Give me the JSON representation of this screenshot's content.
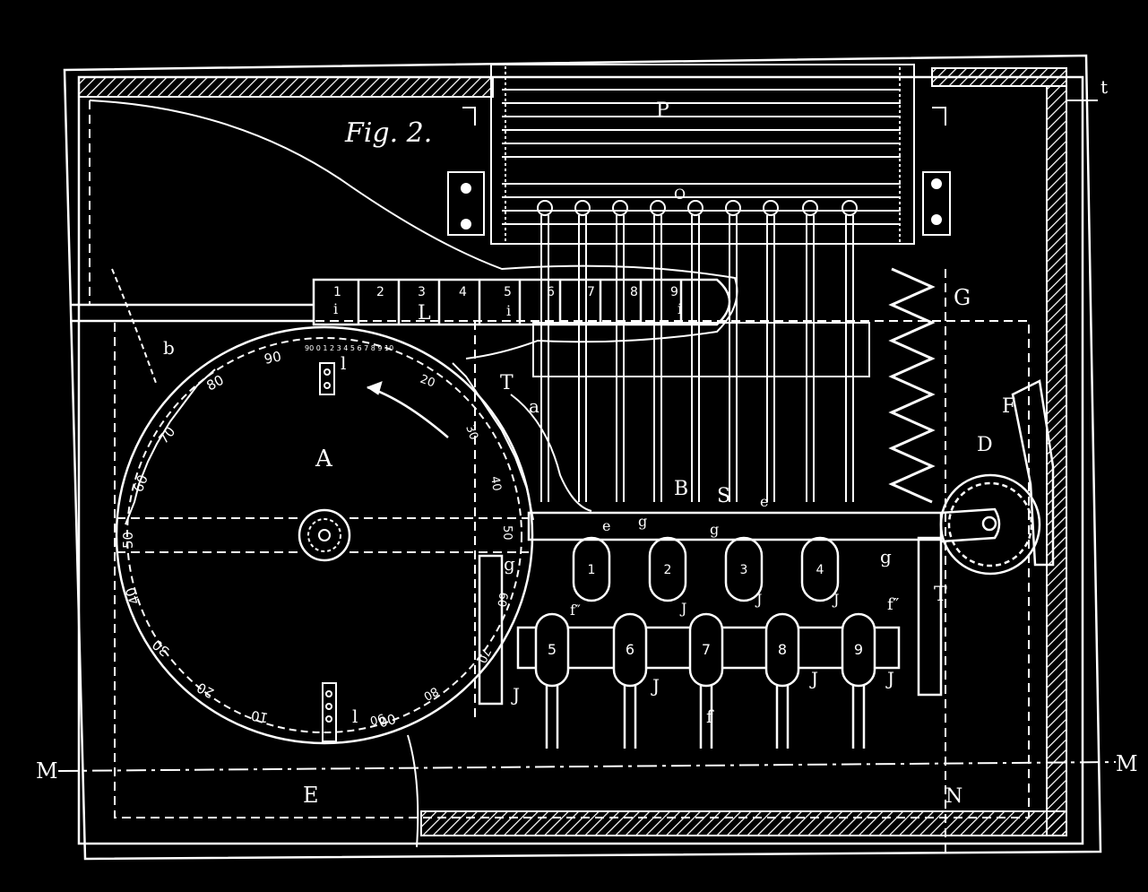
{
  "figure_caption": "Fig. 2.",
  "dial": {
    "scale": [
      "90",
      "80",
      "70",
      "60",
      "50",
      "40",
      "30",
      "20",
      "10",
      "00"
    ],
    "inner_scale": [
      "20",
      "30",
      "40",
      "50",
      "60",
      "70",
      "80",
      "90"
    ],
    "top_digits": "90 0 1 2 3 4 5 6 7 8 9 10"
  },
  "register_digits": [
    "1",
    "2",
    "3",
    "4",
    "5",
    "6",
    "7",
    "8",
    "9"
  ],
  "key_row_upper": [
    "1",
    "2",
    "3",
    "4"
  ],
  "key_row_lower": [
    "5",
    "6",
    "7",
    "8",
    "9"
  ],
  "labels": {
    "P": "P",
    "O": "O",
    "G": "G",
    "L": "L",
    "A": "A",
    "B": "B",
    "S": "S",
    "T": "T",
    "T2": "T",
    "D": "D",
    "F": "F",
    "E": "E",
    "N": "N",
    "M_left": "M",
    "M_right": "M",
    "t": "t",
    "b": "b",
    "a": "a",
    "l_top": "l",
    "l_bottom": "l",
    "e1": "e",
    "e2": "e",
    "g1": "g",
    "g2": "g",
    "g3": "g",
    "g4": "g",
    "i1": "i",
    "i2": "i",
    "i3": "i",
    "f1": "f″",
    "f2": "f",
    "f3": "f″",
    "J1": "J",
    "J2": "J",
    "J3": "J",
    "J4": "J",
    "J5": "J",
    "J6": "J",
    "J7": "J"
  },
  "colors": {
    "background": "#000000",
    "ink": "#ffffff"
  }
}
